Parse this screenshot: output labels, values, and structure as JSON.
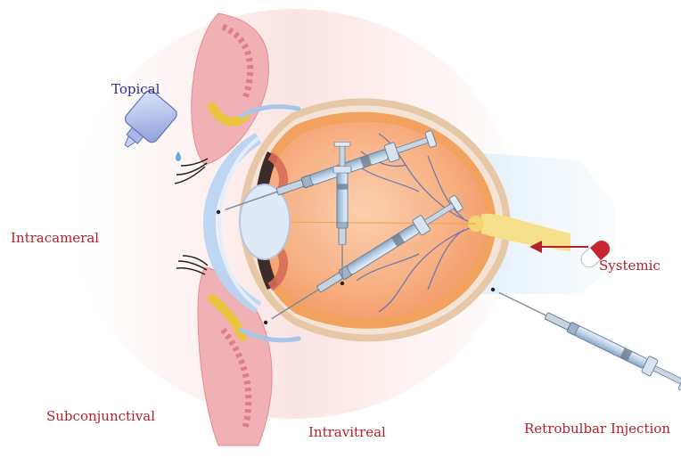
{
  "labels": {
    "topical": "Topical",
    "intracameral": "Intracameral",
    "subconjunctival": "Subconjunctival",
    "intravitreal": "Intravitreal",
    "systemic": "Systemic",
    "retrobulbar": "Retrobulbar Injection"
  },
  "colors": {
    "label_red": "#b3222a",
    "label_blue": "#2b2f8f",
    "retina": "#f2a15f",
    "vitreous": "#f8b88e",
    "sclera": "#f6d7c8",
    "cornea": "#b9d4f2",
    "eyelid": "#f0a2a8",
    "syringe": "#6e8caa"
  },
  "icons": [
    "eye-drop-bottle-icon",
    "syringe-icon",
    "pill-capsule-icon",
    "eye-anatomy-icon"
  ]
}
